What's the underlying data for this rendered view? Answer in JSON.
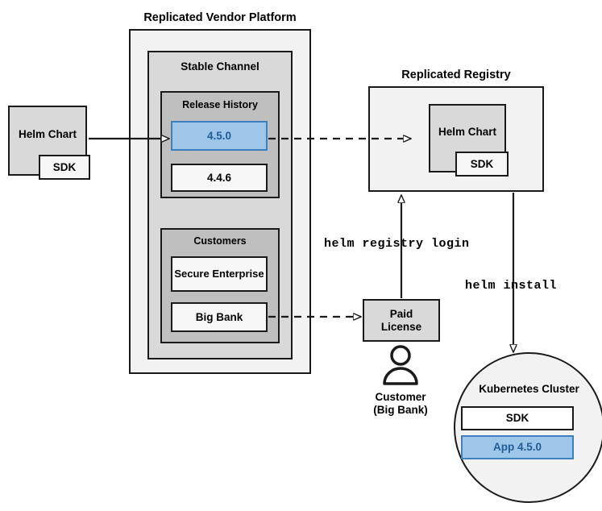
{
  "diagram": {
    "title_vendor_platform": "Replicated Vendor Platform",
    "title_registry": "Replicated Registry",
    "vendor": {
      "stable_channel": "Stable Channel",
      "release_history": {
        "title": "Release History",
        "releases": [
          {
            "version": "4.5.0",
            "highlighted": true
          },
          {
            "version": "4.4.6",
            "highlighted": false
          }
        ]
      },
      "customers": {
        "title": "Customers",
        "entries": [
          {
            "name": "Secure Enterprise"
          },
          {
            "name": "Big Bank"
          }
        ]
      }
    },
    "helm_chart_source": {
      "label": "Helm Chart",
      "sdk_label": "SDK"
    },
    "registry": {
      "helm_chart_label": "Helm Chart",
      "sdk_label": "SDK"
    },
    "paid_license": {
      "line1": "Paid",
      "line2": "License"
    },
    "customer_actor": {
      "line1": "Customer",
      "line2": "(Big Bank)",
      "icon": "person-icon"
    },
    "kubernetes_cluster": {
      "title": "Kubernetes Cluster",
      "items": [
        {
          "label": "SDK",
          "highlighted": false
        },
        {
          "label": "App 4.5.0",
          "highlighted": true
        }
      ]
    },
    "commands": {
      "registry_login": "helm registry login",
      "install": "helm install"
    },
    "colors": {
      "highlight_fill": "#9dc6e8",
      "highlight_stroke": "#3d7fbf",
      "highlight_text": "#1f5c99",
      "gray_l1": "#f2f2f2",
      "gray_l2": "#d9d9d9",
      "gray_l3": "#bfbfbf",
      "white_box": "#f7f7f7",
      "stroke": "#1a1a1a"
    }
  }
}
